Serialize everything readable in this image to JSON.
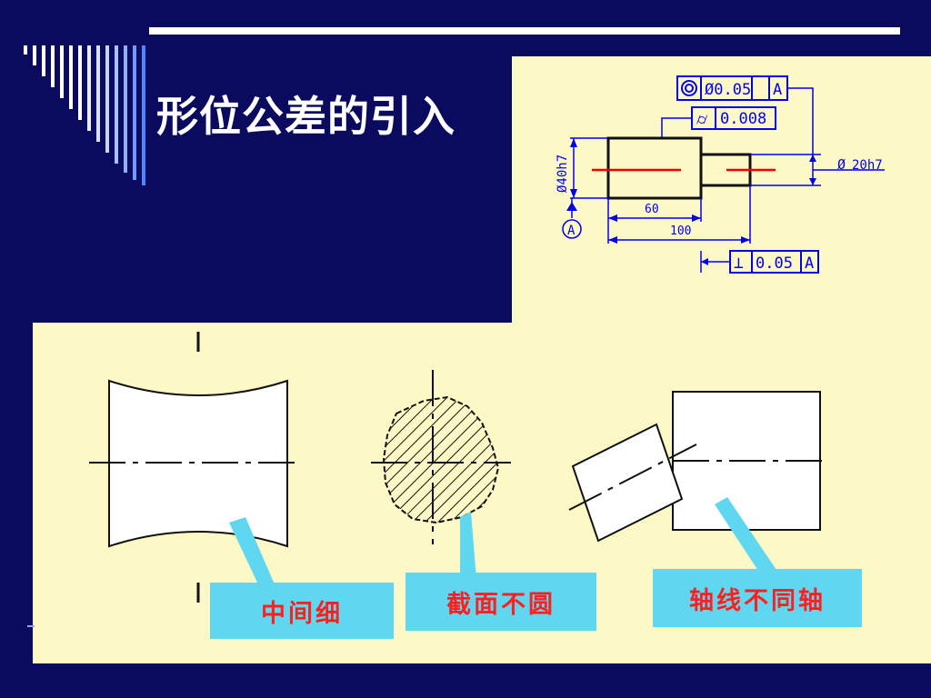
{
  "slide": {
    "title": "形位公差的引入",
    "colors": {
      "background": "#0a0a5e",
      "panel": "#fdf9c6",
      "label_bg": "#5fd7f0",
      "label_text": "#ff1f1f",
      "drawing_blue": "#0000ee",
      "centerline_red": "#ee0000"
    }
  },
  "drawing": {
    "fcf_top": {
      "symbol": "◎",
      "value": "Ø0.05",
      "datum": "A"
    },
    "fcf_cyl": {
      "symbol": "⌭",
      "value": "0.008"
    },
    "fcf_perp": {
      "symbol": "⊥",
      "value": "0.05",
      "datum": "A"
    },
    "dim_left_diameter": "Ø40h7",
    "dim_right_diameter_symbol": "Ø",
    "dim_right_diameter": "20h7",
    "dim_len_60": "60",
    "dim_len_100": "100",
    "datum_label": "A"
  },
  "examples": [
    {
      "label": "中间细",
      "icon": "waisted-cylinder-icon"
    },
    {
      "label": "截面不圆",
      "icon": "irregular-section-icon"
    },
    {
      "label": "轴线不同轴",
      "icon": "misaligned-axis-icon"
    }
  ]
}
